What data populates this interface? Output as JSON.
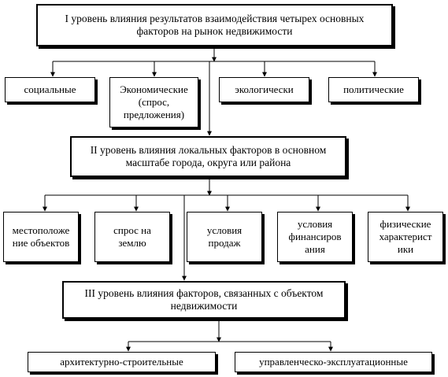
{
  "diagram": {
    "level1": {
      "title": "I уровень влияния результатов взаимодействия четырех  основных\nфакторов на рынок недвижимости"
    },
    "level1_factors": [
      {
        "label": "социальные"
      },
      {
        "label": "Экономические\n(спрос,\nпредложения)"
      },
      {
        "label": "экологически"
      },
      {
        "label": "политические"
      }
    ],
    "level2": {
      "title": "II уровень влияния локальных факторов в основном\nмасштабе города, округа или района"
    },
    "level2_factors": [
      {
        "label": "местоположе\nние объектов"
      },
      {
        "label": "спрос на\nземлю"
      },
      {
        "label": "условия\nпродаж"
      },
      {
        "label": "условия\nфинансиров\nания"
      },
      {
        "label": "физические\nхарактерист\nики"
      }
    ],
    "level3": {
      "title": "III уровень влияния факторов, связанных с объектом\nнедвижимости"
    },
    "level3_factors": [
      {
        "label": "архитектурно-строительные"
      },
      {
        "label": "управленческо-эксплуатационные"
      }
    ]
  }
}
